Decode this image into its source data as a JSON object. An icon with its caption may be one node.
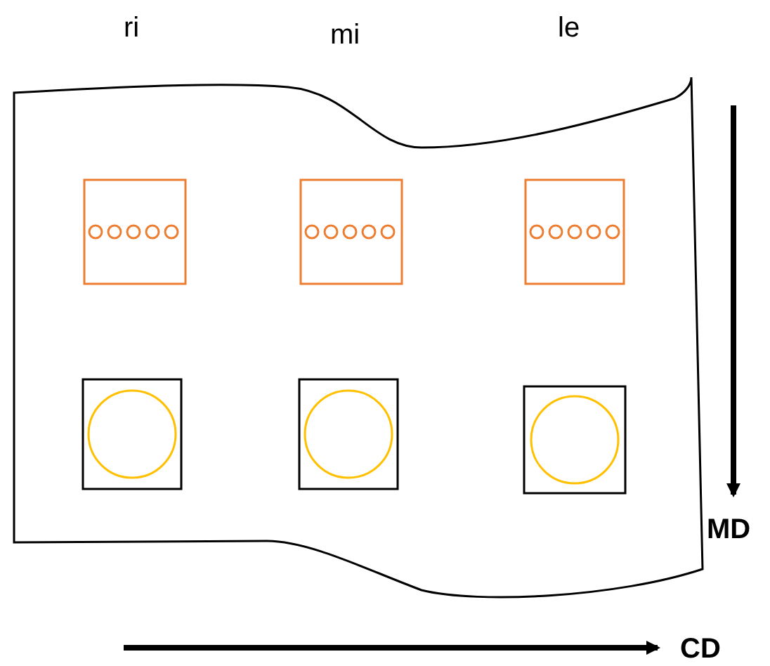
{
  "diagram": {
    "labels": [
      "ri",
      "mi",
      "le",
      "MD",
      "CD"
    ]
  }
}
